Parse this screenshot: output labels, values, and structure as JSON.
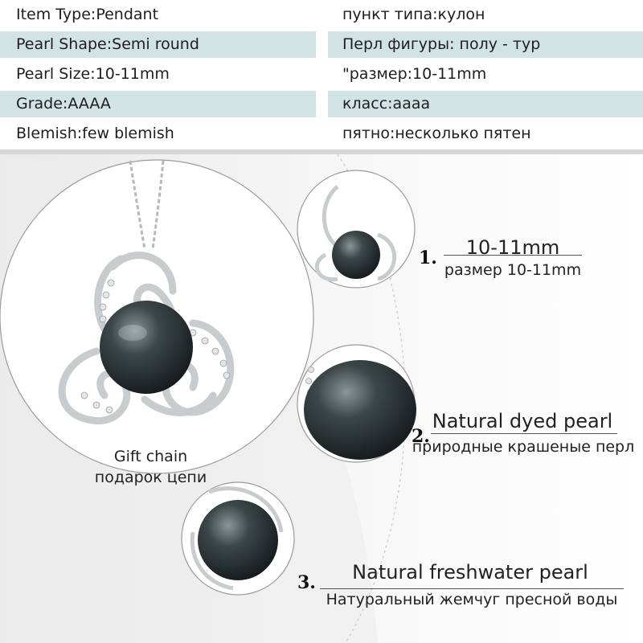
{
  "specs": {
    "rows": [
      {
        "left": "Item Type:Pendant",
        "right": "пункт типа:кулон",
        "shaded": false
      },
      {
        "left": "Pearl Shape:Semi round",
        "right": "Перл фигуры: полу - тур",
        "shaded": true
      },
      {
        "left": "Pearl Size:10-11mm",
        "right": "\"размер:10-11mm",
        "shaded": false
      },
      {
        "left": "Grade:AAAA",
        "right": "класс:аааа",
        "shaded": true
      },
      {
        "left": "Blemish:few blemish",
        "right": "пятно:несколько пятен",
        "shaded": false
      }
    ]
  },
  "main_image": {
    "caption_en": "Gift chain",
    "caption_ru": "подарок цепи"
  },
  "details": [
    {
      "number": "1.",
      "title": "10-11mm",
      "subtitle": "размер 10-11mm"
    },
    {
      "number": "2.",
      "title": "Natural dyed pearl",
      "subtitle": "природные крашеные перл"
    },
    {
      "number": "3.",
      "title": "Natural freshwater pearl",
      "subtitle": "Натуральный жемчуг пресной воды"
    }
  ],
  "colors": {
    "row_shade": "#d2e3e6",
    "pearl": "#2f3839",
    "silver": "#c9ccce"
  }
}
